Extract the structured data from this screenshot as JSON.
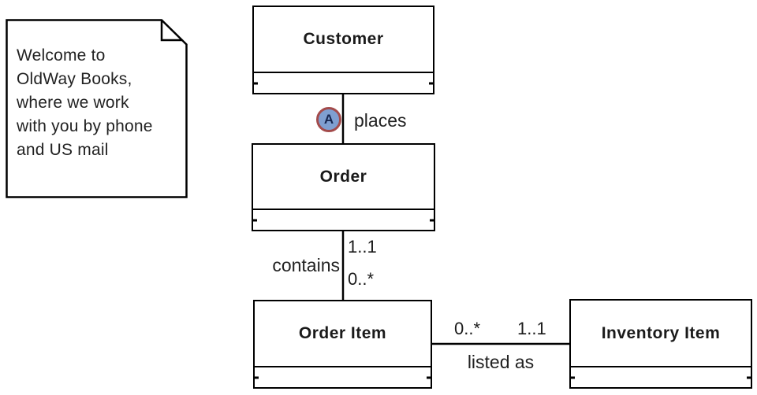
{
  "note": {
    "text": "Welcome to\nOldWay Books,\nwhere we work\nwith you by phone\nand US mail"
  },
  "classes": {
    "customer": {
      "name": "Customer"
    },
    "order": {
      "name": "Order"
    },
    "order_item": {
      "name": "Order Item"
    },
    "inventory_item": {
      "name": "Inventory Item"
    }
  },
  "associations": {
    "places": {
      "label": "places",
      "badge": "A"
    },
    "contains": {
      "label": "contains",
      "order_end_multiplicity": "1..1",
      "order_item_end_multiplicity": "0..*"
    },
    "listed_as": {
      "label": "listed as",
      "order_item_end_multiplicity": "0..*",
      "inventory_item_end_multiplicity": "1..1"
    }
  },
  "colors": {
    "line": "#000000",
    "text": "#222222",
    "badge_fill": "#7f9fd1",
    "badge_border": "#a34b4b",
    "badge_letter": "#16254e"
  }
}
